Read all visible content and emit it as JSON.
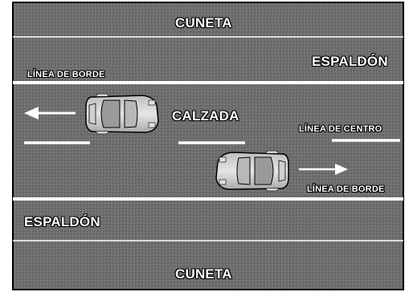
{
  "labels": {
    "gutter_top": "CUNETA",
    "gutter_bottom": "CUNETA",
    "shoulder_top": "ESPALDÓN",
    "shoulder_bottom": "ESPALDÓN",
    "edge_line_top": "LÍNEA DE BORDE",
    "edge_line_bottom": "LÍNEA DE BORDE",
    "roadway": "CALZADA",
    "center_line": "LÍNEA DE CENTRO"
  },
  "colors": {
    "asphalt": "#6e6e6e",
    "lines": "#ffffff",
    "car_body": "#d9d9d9",
    "border": "#000000"
  },
  "icons": {
    "arrow_left": "arrow-left-icon",
    "arrow_right": "arrow-right-icon",
    "car": "car-icon"
  }
}
